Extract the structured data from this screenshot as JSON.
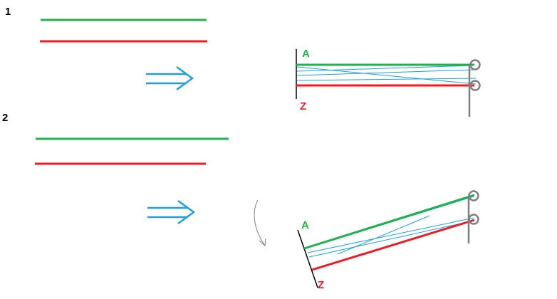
{
  "steps": [
    {
      "number": "1",
      "label_a": "A",
      "label_z": "Z"
    },
    {
      "number": "2",
      "label_a": "A",
      "label_z": "Z"
    }
  ],
  "colors": {
    "green": "#22b14c",
    "red": "#ed1c24",
    "blue": "#1f9ee0",
    "post": "#7f7f7f",
    "ink": "#000000"
  }
}
